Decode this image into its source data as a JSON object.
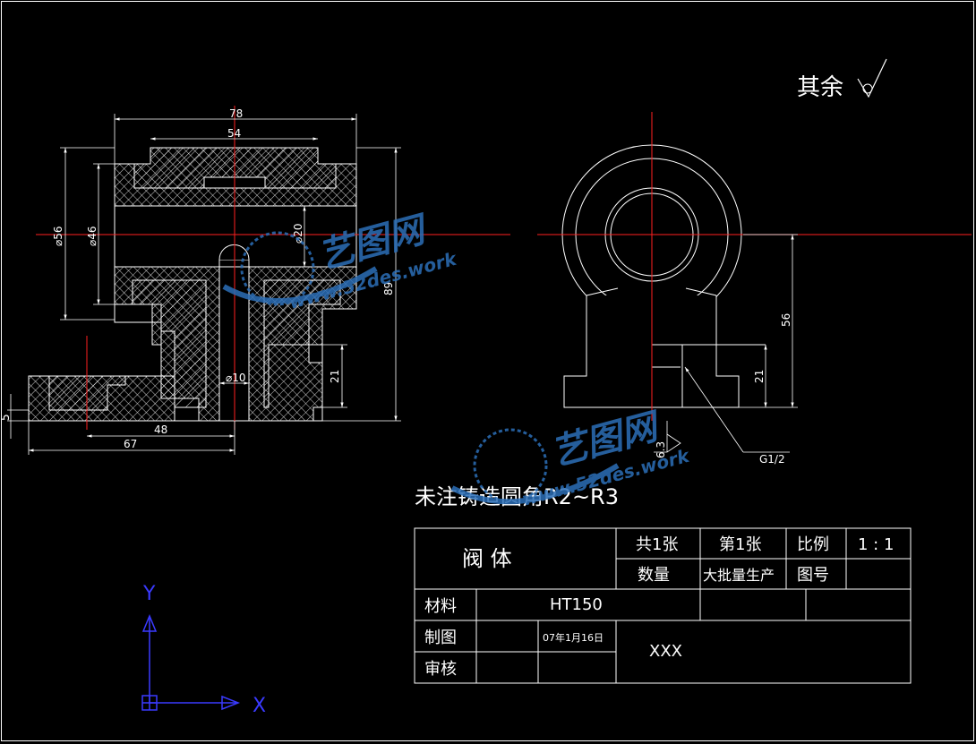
{
  "colors": {
    "background": "#000000",
    "line": "#ffffff",
    "center_line": "#ff2020",
    "ucs": "#3a3aff",
    "watermark": "#2c6fb8"
  },
  "surface_note": {
    "label": "其余"
  },
  "front_view": {
    "dims": {
      "d78": "78",
      "d54": "54",
      "d56": "⌀56",
      "d46": "⌀46",
      "d20": "⌀20",
      "d89": "89",
      "d21": "21",
      "d10": "⌀10",
      "d5": "5",
      "d48": "48",
      "d67": "67"
    }
  },
  "side_view": {
    "dims": {
      "d56": "56",
      "d21": "21"
    },
    "roughness": "6.3",
    "thread_label": "G1/2"
  },
  "note": "未注铸造圆角R2~R3",
  "title_block": {
    "name": "阀    体",
    "sheets_total": "共1张",
    "sheet_no": "第1张",
    "scale_label": "比例",
    "scale_value": "1 : 1",
    "quantity_label": "数量",
    "production": "大批量生产",
    "drawing_no_label": "图号",
    "material_label": "材料",
    "material_value": "HT150",
    "drawn_label": "制图",
    "date": "07年1月16日",
    "company": "XXX",
    "review_label": "审核"
  },
  "ucs": {
    "y": "Y",
    "x": "X"
  },
  "watermark": {
    "cn": "艺图网",
    "url": "www.52des.work"
  }
}
